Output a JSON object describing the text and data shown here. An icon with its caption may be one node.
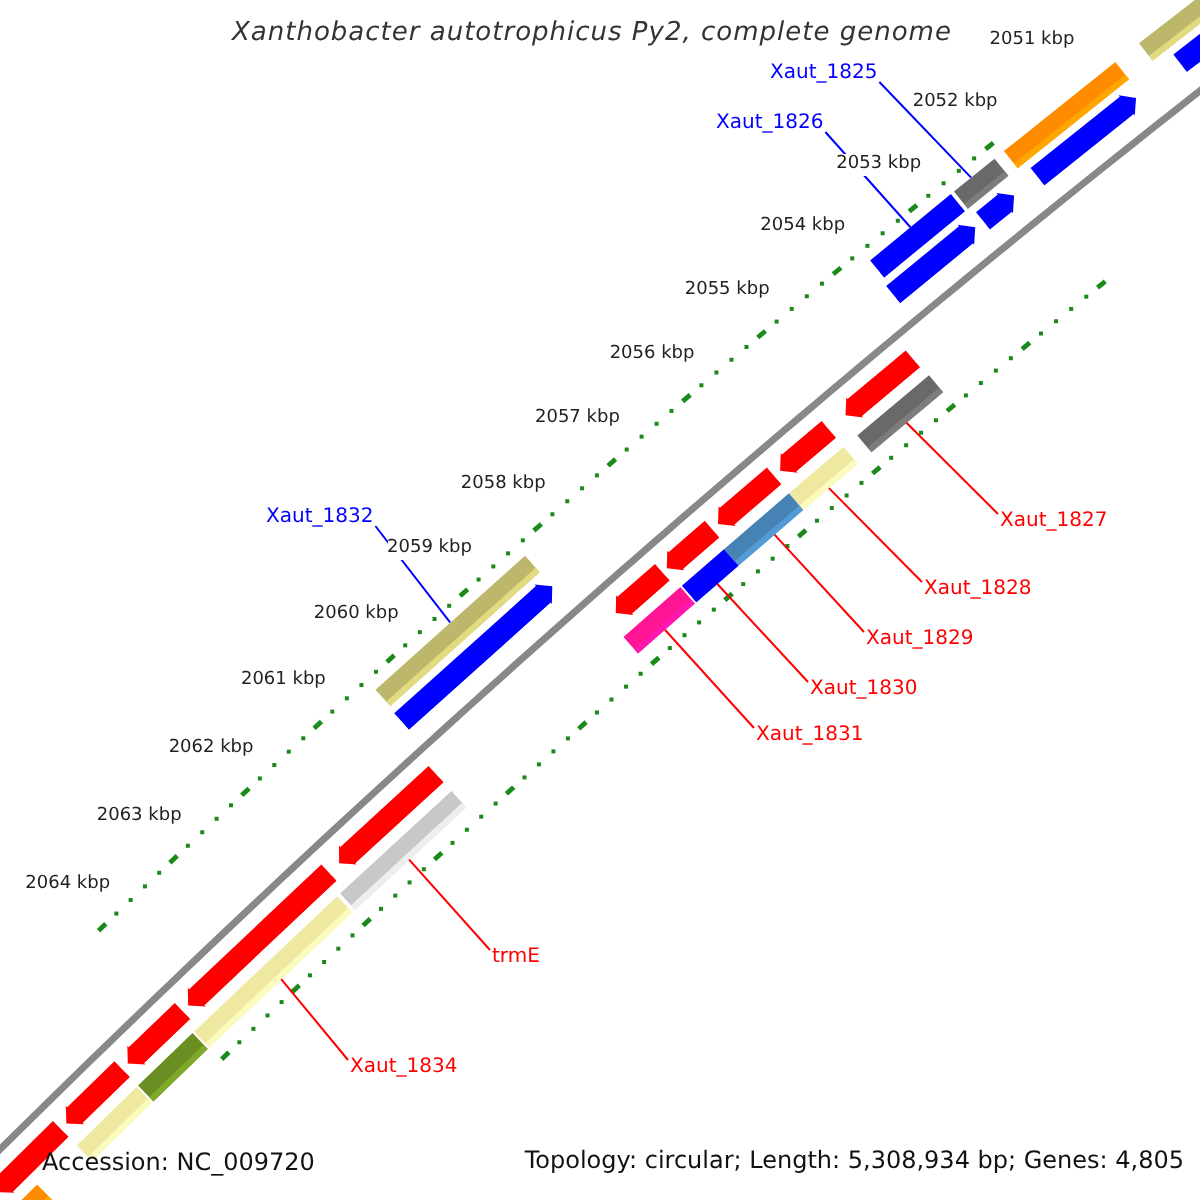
{
  "diagram": {
    "title": "Xanthobacter autotrophicus Py2, complete genome",
    "nodes": [
      {
        "text": [
          "Xaut_1825"
        ]
      },
      {
        "text": [
          "Xaut_1826"
        ]
      },
      {
        "text": [
          "Xaut_1832"
        ]
      },
      {
        "text": [
          "Xaut_1827"
        ]
      },
      {
        "text": [
          "Xaut_1828"
        ]
      },
      {
        "text": [
          "Xaut_1829"
        ]
      },
      {
        "text": [
          "Xaut_1830"
        ]
      },
      {
        "text": [
          "Xaut_1831"
        ]
      },
      {
        "text": [
          "trmE"
        ]
      },
      {
        "text": [
          "Xaut_1834"
        ]
      },
      {
        "text": [],
        "shape": "bar"
      },
      {
        "text": [],
        "shape": "bar"
      },
      {
        "text": [],
        "shape": "bar"
      },
      {
        "text": [],
        "shape": "bar"
      },
      {
        "text": [],
        "shape": "bar"
      },
      {
        "text": [],
        "shape": "bar"
      },
      {
        "text": [],
        "shape": "bar"
      },
      {
        "text": [],
        "shape": "bar"
      },
      {
        "text": [],
        "shape": "bar"
      },
      {
        "text": [],
        "shape": "bar"
      },
      {
        "text": [],
        "shape": "bar"
      },
      {
        "text": [],
        "shape": "bar"
      },
      {
        "text": [],
        "shape": "bar"
      },
      {
        "text": [],
        "shape": "bar"
      },
      {
        "text": [],
        "shape": "bar"
      },
      {
        "text": [],
        "shape": "bar"
      },
      {
        "text": [],
        "shape": "bar"
      },
      {
        "text": [],
        "shape": "bar"
      },
      {
        "text": [],
        "shape": "bar"
      },
      {
        "text": [],
        "shape": "bar"
      },
      {
        "text": [],
        "shape": "bar"
      },
      {
        "text": [],
        "shape": "bar"
      },
      {
        "text": [],
        "shape": "bar"
      },
      {
        "text": [],
        "shape": "bar"
      },
      {
        "text": [],
        "shape": "bar"
      },
      {
        "text": [],
        "shape": "bar"
      },
      {
        "text": [],
        "shape": "bar"
      },
      {
        "text": [],
        "shape": "bar"
      },
      {
        "text": [],
        "shape": "bar"
      },
      {
        "text": [],
        "shape": "bar"
      }
    ],
    "edges": [
      {
        "from": 0,
        "to": 14,
        "arrow": "none",
        "color": "#0000ff"
      },
      {
        "from": 1,
        "to": 16,
        "arrow": "none",
        "color": "#0000ff"
      },
      {
        "from": 2,
        "to": 28,
        "arrow": "none",
        "color": "#0000ff"
      },
      {
        "from": 3,
        "to": 19,
        "arrow": "none"
      },
      {
        "from": 4,
        "to": 21,
        "arrow": "none"
      },
      {
        "from": 5,
        "to": 23,
        "arrow": "none"
      },
      {
        "from": 6,
        "to": 25,
        "arrow": "none"
      },
      {
        "from": 7,
        "to": 27,
        "arrow": "none"
      },
      {
        "from": 8,
        "to": 31,
        "arrow": "none"
      },
      {
        "from": 9,
        "to": 33,
        "arrow": "none"
      }
    ],
    "labels": [
      "2051 kbp",
      "2052 kbp",
      "2053 kbp",
      "2054 kbp",
      "2055 kbp",
      "2056 kbp",
      "2057 kbp",
      "2058 kbp",
      "2059 kbp",
      "2060 kbp",
      "2061 kbp",
      "2062 kbp",
      "2063 kbp",
      "2064 kbp",
      "Accession: NC_009720",
      "Topology: circular; Length: 5,308,934 bp; Genes: 4,805"
    ]
  }
}
